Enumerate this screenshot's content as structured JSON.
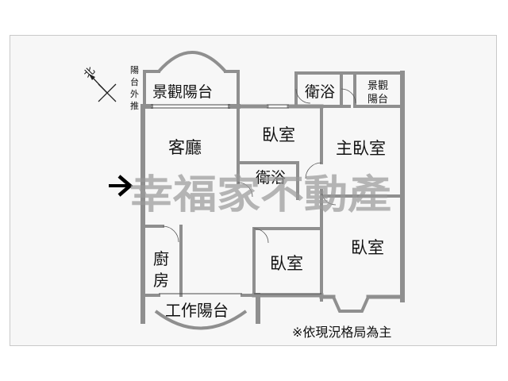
{
  "compass": {
    "north_label": "北"
  },
  "balcony_note": [
    "陽",
    "台",
    "外",
    "推"
  ],
  "rooms": {
    "scenic_balcony_main": "景觀陽台",
    "bathroom_top": "衛浴",
    "scenic_balcony_small": [
      "景觀",
      "陽台"
    ],
    "living_room": "客廳",
    "bedroom_mid": "臥室",
    "master_bedroom": "主臥室",
    "bathroom_mid": "衛浴",
    "kitchen": [
      "廚",
      "房"
    ],
    "bedroom_lower": "臥室",
    "bedroom_right": "臥室",
    "work_balcony": "工作陽台"
  },
  "watermark": "幸福家不動產",
  "footnote": "※依現況格局為主",
  "colors": {
    "wall": "#8f8f8f",
    "window": "#4a4a4a",
    "watermark": "#9a9a9a",
    "arrow": "#000000"
  }
}
